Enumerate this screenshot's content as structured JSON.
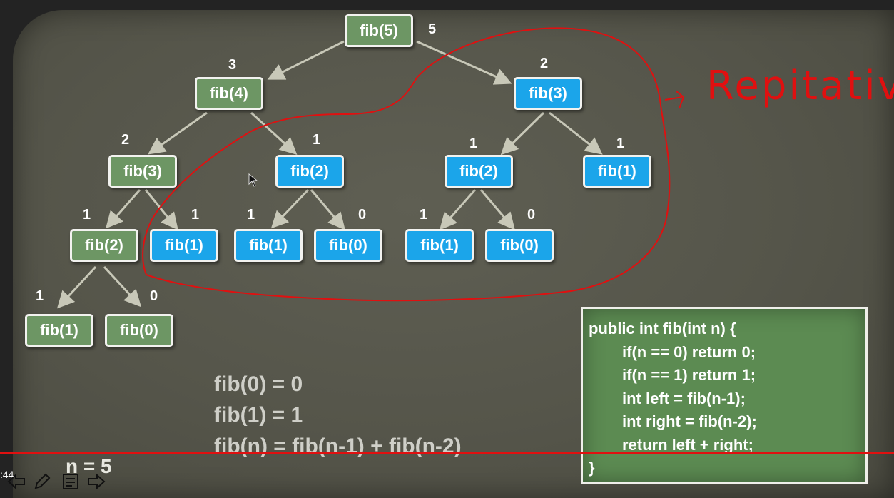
{
  "tree": {
    "nodes": [
      {
        "id": "n1",
        "label": "fib(5)",
        "value": "5",
        "color": "green"
      },
      {
        "id": "n2",
        "label": "fib(4)",
        "value": "3",
        "color": "green"
      },
      {
        "id": "n3",
        "label": "fib(3)",
        "value": "2",
        "color": "blue"
      },
      {
        "id": "n4",
        "label": "fib(3)",
        "value": "2",
        "color": "green"
      },
      {
        "id": "n5",
        "label": "fib(2)",
        "value": "1",
        "color": "blue"
      },
      {
        "id": "n6",
        "label": "fib(2)",
        "value": "1",
        "color": "blue"
      },
      {
        "id": "n7",
        "label": "fib(1)",
        "value": "1",
        "color": "blue"
      },
      {
        "id": "n8",
        "label": "fib(2)",
        "value": "1",
        "color": "green"
      },
      {
        "id": "n9",
        "label": "fib(1)",
        "value": "1",
        "color": "blue"
      },
      {
        "id": "n10",
        "label": "fib(1)",
        "value": "1",
        "color": "blue"
      },
      {
        "id": "n11",
        "label": "fib(0)",
        "value": "0",
        "color": "blue"
      },
      {
        "id": "n12",
        "label": "fib(1)",
        "value": "1",
        "color": "blue"
      },
      {
        "id": "n13",
        "label": "fib(0)",
        "value": "0",
        "color": "blue"
      },
      {
        "id": "n14",
        "label": "fib(1)",
        "value": "1",
        "color": "green"
      },
      {
        "id": "n15",
        "label": "fib(0)",
        "value": "0",
        "color": "green"
      }
    ]
  },
  "code": {
    "lines": [
      "public int fib(int n) {",
      "if(n == 0) return 0;",
      "if(n == 1) return 1;",
      "int left = fib(n-1);",
      "int right = fib(n-2);",
      "return left + right;",
      "}"
    ]
  },
  "formulas": [
    "fib(0) = 0",
    "fib(1) = 1",
    "fib(n) = fib(n-1) + fib(n-2)"
  ],
  "n_label": "n = 5",
  "annotation": "Repitative",
  "player": {
    "time": ":44",
    "controls": [
      "back-arrow-icon",
      "pen-icon",
      "notes-icon",
      "forward-arrow-icon"
    ]
  },
  "colors": {
    "green_node": "#6d9664",
    "blue_node": "#1ba5ea",
    "annotation": "#e01010"
  }
}
